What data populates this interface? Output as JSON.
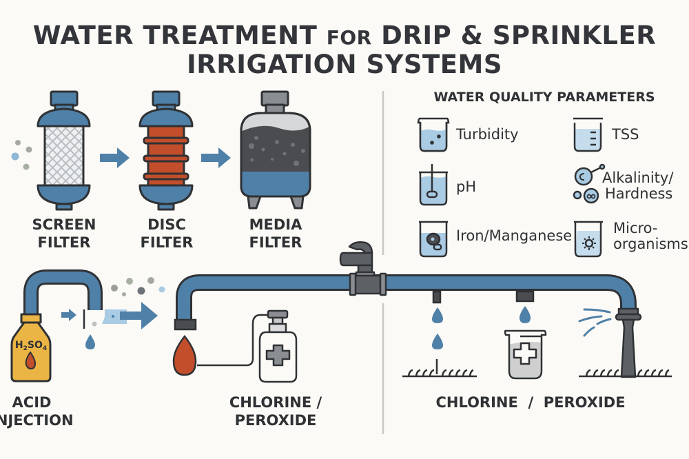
{
  "title": {
    "line1_main": "WATER TREATMENT",
    "line1_small": "FOR",
    "line1_end": "DRIP & SPRINKLER",
    "line2": "IRRIGATION SYSTEMS"
  },
  "filters": [
    {
      "line1": "SCREEN",
      "line2": "FILTER",
      "icon": "screen-filter-icon"
    },
    {
      "line1": "DISC",
      "line2": "FILTER",
      "icon": "disc-filter-icon"
    },
    {
      "line1": "MEDIA",
      "line2": "FILTER",
      "icon": "media-filter-icon"
    }
  ],
  "water_quality": {
    "title": "WATER QUALITY PARAMETERS",
    "items": [
      {
        "label": "Turbidity",
        "icon": "beaker-particles-icon"
      },
      {
        "label": "TSS",
        "icon": "beaker-graduated-icon"
      },
      {
        "label": "pH",
        "icon": "beaker-probe-icon"
      },
      {
        "label": "Alkalinity/",
        "label2": "Hardness",
        "icon": "molecules-icon"
      },
      {
        "label": "Iron/Manganese",
        "icon": "beaker-mineral-icon"
      },
      {
        "label": "Micro-",
        "label2": "organisms",
        "icon": "beaker-microbe-icon"
      }
    ]
  },
  "acid": {
    "line1": "ACID",
    "line2": "INJECTION",
    "chemical": "H₂SO₄",
    "icon": "acid-bottle-icon"
  },
  "chlorine_left": {
    "line1": "CHLORINE /",
    "line2": "PEROXIDE",
    "icon": "chlorine-dispenser-icon"
  },
  "chlorine_right": {
    "label": "CHLORINE  /  PEROXIDE"
  },
  "colors": {
    "background": "#fbfaf6",
    "pipe_blue": "#4f80a8",
    "outline": "#2f3134",
    "disc_red": "#c24e2c",
    "acid_yellow": "#ebb545",
    "media_dark": "#4a4c50",
    "valve_gray": "#5d6166",
    "water_light": "#a9cbe3"
  }
}
